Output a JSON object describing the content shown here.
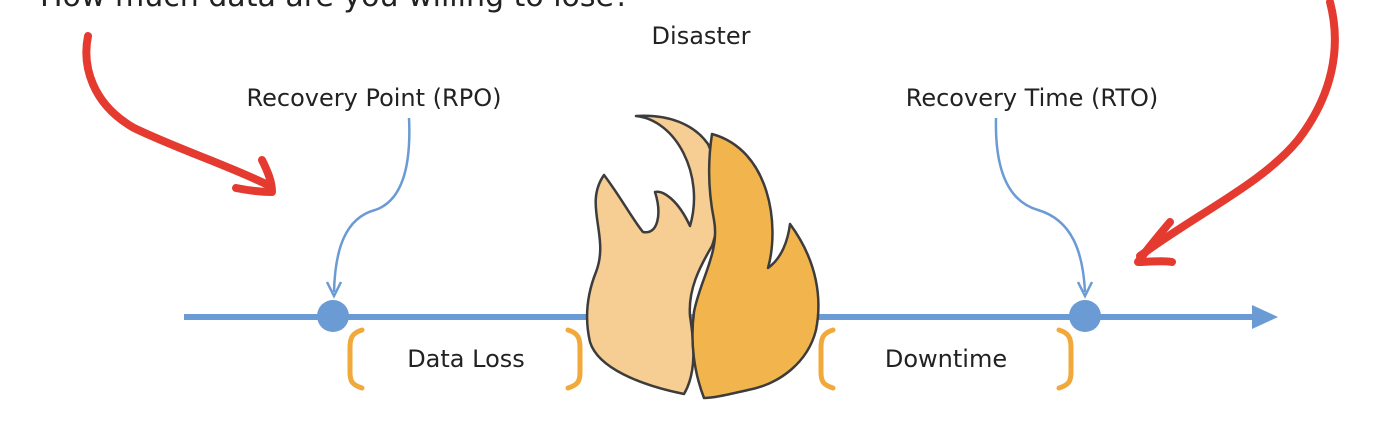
{
  "annotations": {
    "top_question": "How much data are you willing to lose?"
  },
  "diagram": {
    "disaster_label": "Disaster",
    "rpo_label": "Recovery Point (RPO)",
    "rto_label": "Recovery Time (RTO)",
    "data_loss_label": "Data Loss",
    "downtime_label": "Downtime"
  },
  "colors": {
    "timeline": "#6a9bd5",
    "bracket": "#f2a93b",
    "flame_light": "#f6cd92",
    "flame_dark": "#f2b54e",
    "flame_outline": "#3c3c3c",
    "hand_arrow": "#e53a2f",
    "text": "#222222"
  },
  "icons": {
    "disaster": "fire-icon"
  }
}
